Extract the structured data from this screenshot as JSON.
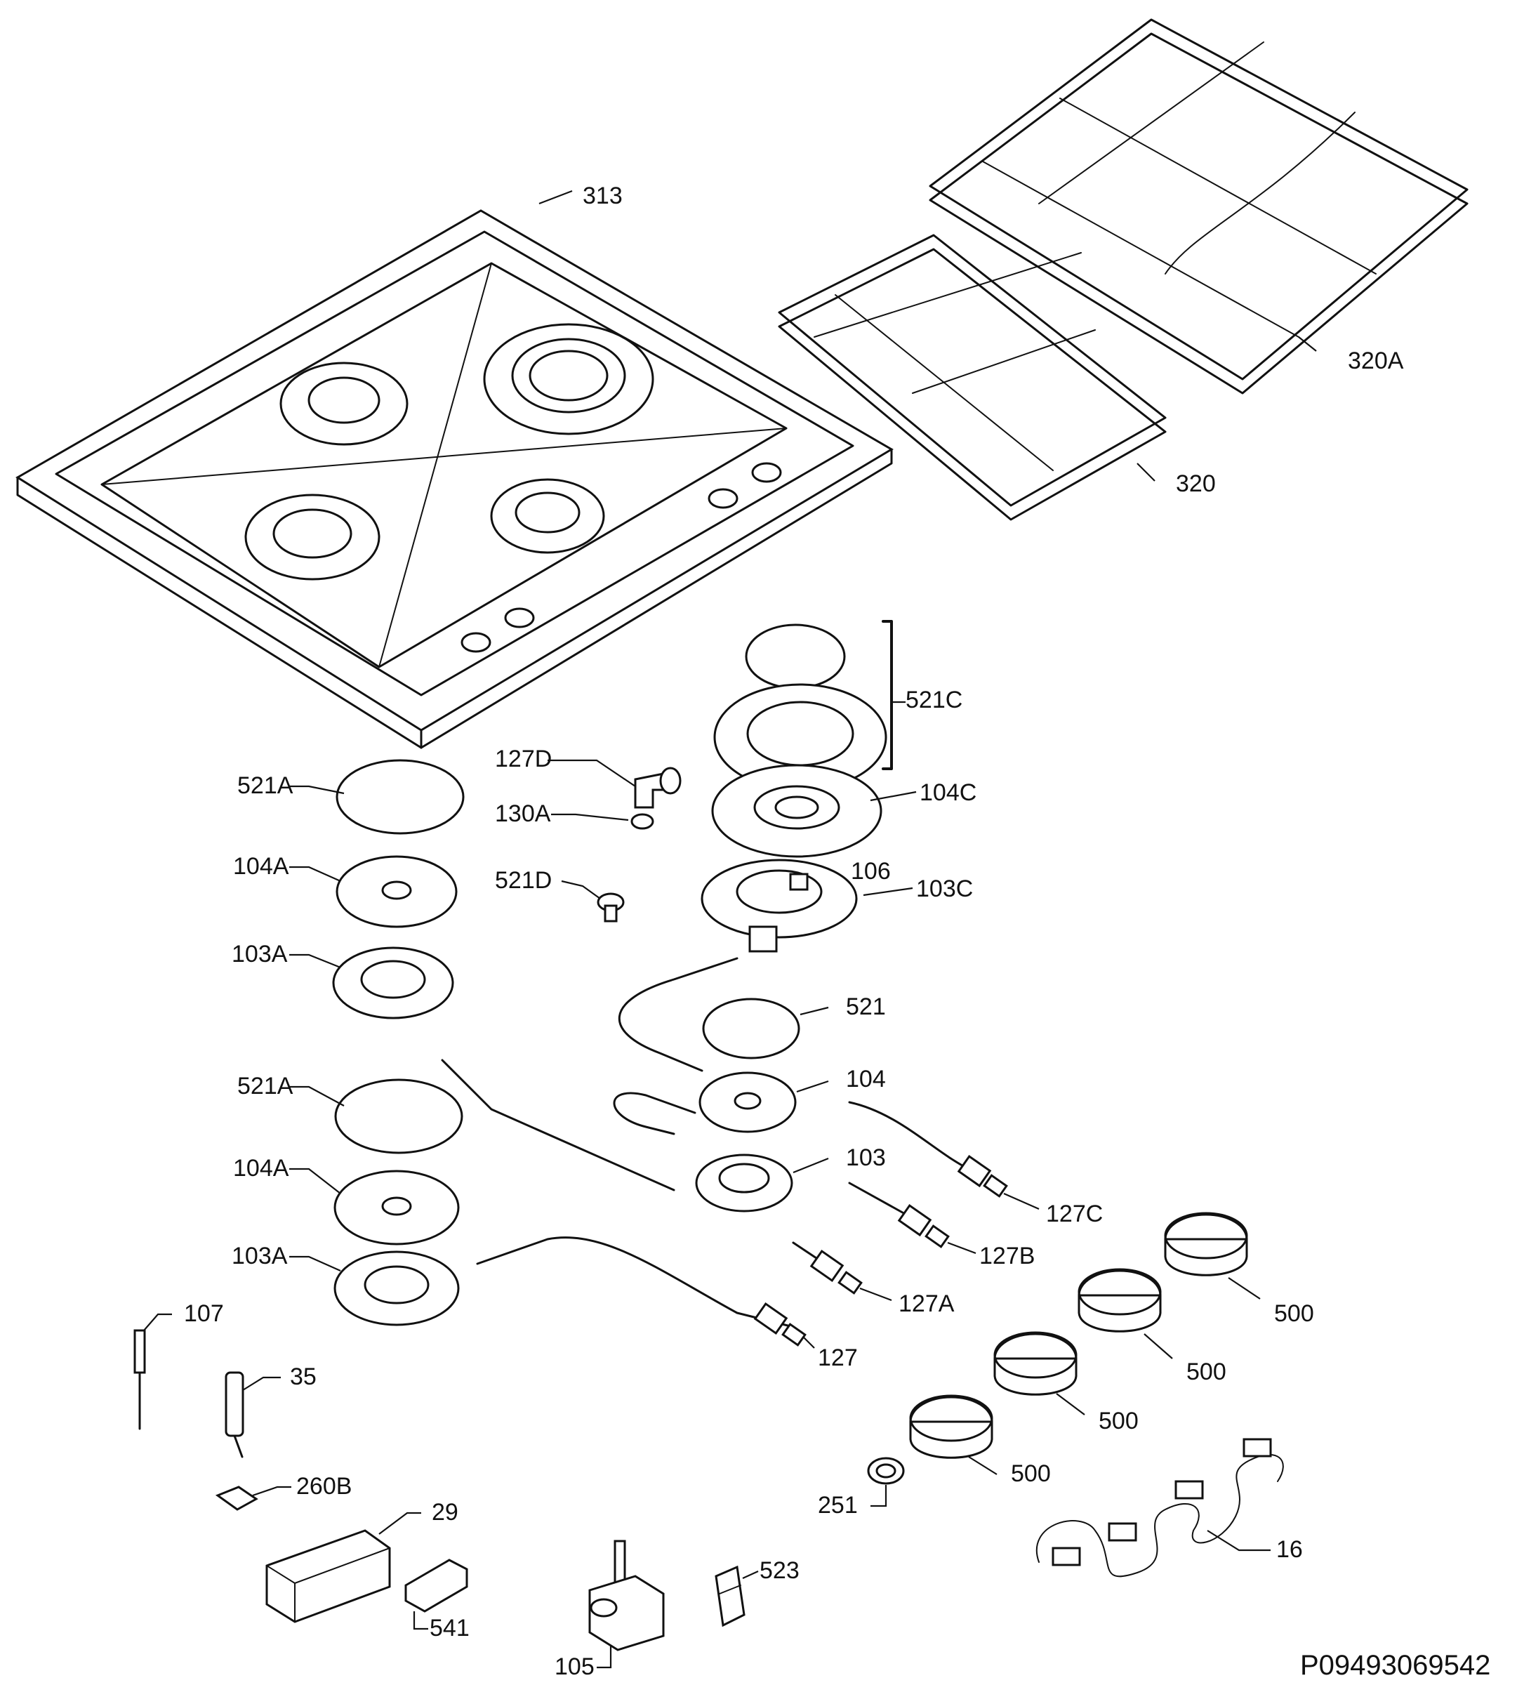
{
  "labels": {
    "313": "313",
    "320a": "320A",
    "320": "320",
    "521c": "521C",
    "127d": "127D",
    "130a": "130A",
    "104c": "104C",
    "521a_top": "521A",
    "104a_top": "104A",
    "521d": "521D",
    "106": "106",
    "103c": "103C",
    "103a_top": "103A",
    "521": "521",
    "104": "104",
    "521a_bot": "521A",
    "104a_bot": "104A",
    "103": "103",
    "127c": "127C",
    "127b": "127B",
    "103a_bot": "103A",
    "127a": "127A",
    "107": "107",
    "127": "127",
    "500_a": "500",
    "500_b": "500",
    "35": "35",
    "500_c": "500",
    "500_d": "500",
    "260b": "260B",
    "251": "251",
    "29": "29",
    "16": "16",
    "523": "523",
    "541": "541",
    "105": "105"
  },
  "document_code": "P09493069542"
}
